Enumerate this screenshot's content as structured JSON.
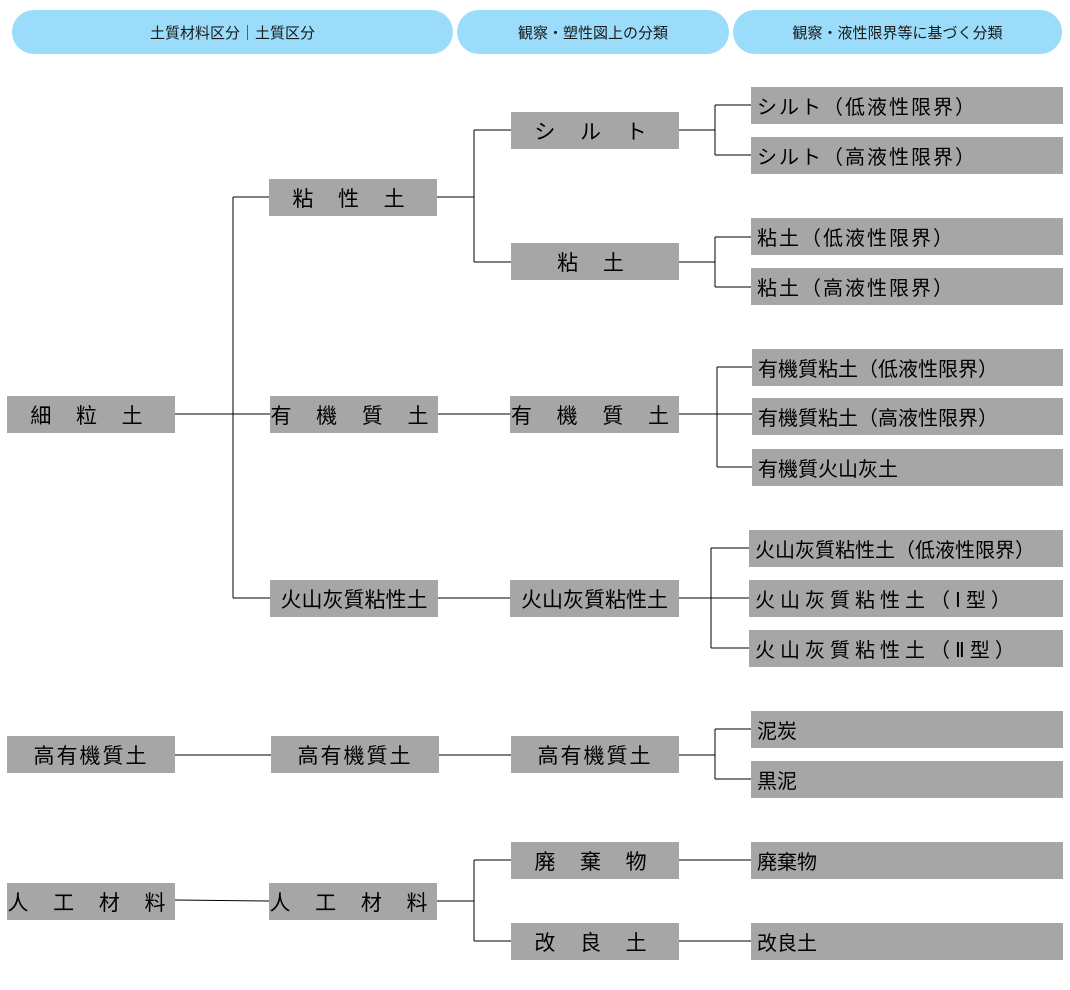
{
  "headers": {
    "col1": "土質材料区分｜土質区分",
    "col2": "観察・塑性図上の分類",
    "col3": "観察・液性限界等に基づく分類"
  },
  "level1": {
    "fine": "細 粒 土",
    "high_organic": "高有機質土",
    "artificial": "人 工 材 料"
  },
  "level2": {
    "cohesive": "粘 性 土",
    "organic": "有 機 質 土",
    "volcanic": "火山灰質粘性土",
    "high_organic": "高有機質土",
    "artificial": "人 工 材 料"
  },
  "level3": {
    "silt": "シ ル ト",
    "clay": "粘 土",
    "organic": "有 機 質 土",
    "volcanic": "火山灰質粘性土",
    "high_organic": "高有機質土",
    "waste": "廃 棄 物",
    "improved": "改 良 土"
  },
  "level4": {
    "silt_low": "シルト（低液性限界）",
    "silt_high": "シルト（高液性限界）",
    "clay_low": "粘土（低液性限界）",
    "clay_high": "粘土（高液性限界）",
    "org_clay_low": "有機質粘土（低液性限界）",
    "org_clay_high": "有機質粘土（高液性限界）",
    "org_volcanic": "有機質火山灰土",
    "volc_low": "火山灰質粘性土（低液性限界）",
    "volc_type1": "火山灰質粘性土（Ⅰ型）",
    "volc_type2": "火山灰質粘性土（Ⅱ型）",
    "peat": "泥炭",
    "muck": "黒泥",
    "waste": "廃棄物",
    "improved": "改良土"
  }
}
